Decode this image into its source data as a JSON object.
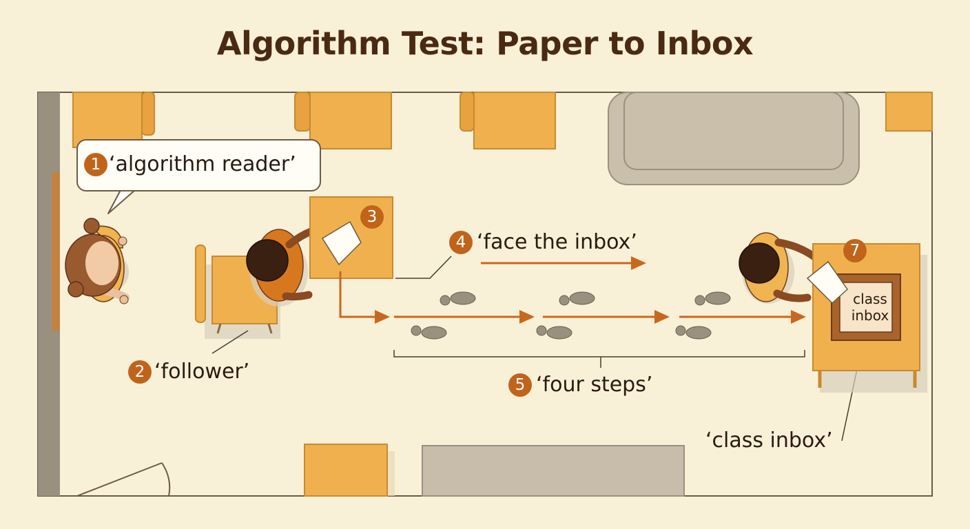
{
  "title": "Algorithm Test: Paper to Inbox",
  "labels": {
    "algorithm_reader": "‘algorithm reader’",
    "follower": "‘follower’",
    "face_the_inbox": "‘face the inbox’",
    "four_steps": "‘four steps’",
    "class_inbox": "‘class inbox’"
  },
  "badges": {
    "b1": "1",
    "b2": "2",
    "b3": "3",
    "b4": "4",
    "b5": "5",
    "b7": "7"
  },
  "inbox_tray": {
    "line1": "class",
    "line2": "inbox"
  },
  "colors": {
    "background": "#f9f0d8",
    "desk": "#f0b04e",
    "accent_arrow": "#c8681e",
    "badge": "#c0641c",
    "gray_furniture": "#c8bcaa"
  }
}
